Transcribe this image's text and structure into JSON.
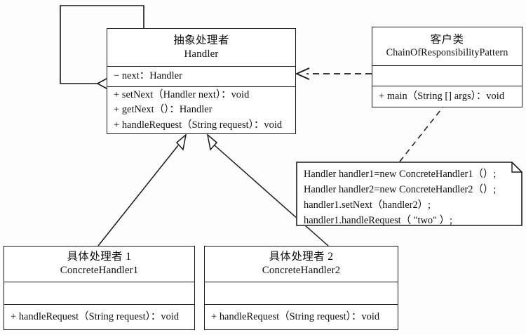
{
  "diagram": {
    "title": "Chain of Responsibility Pattern UML Class Diagram",
    "classes": {
      "handler": {
        "name_cn": "抽象处理者",
        "name_en": "Handler",
        "attributes": [
          "− next：Handler"
        ],
        "operations": [
          "+ setNext（Handler next）：void",
          "+ getNext（）：Handler",
          "+ handleRequest（String request）：void"
        ]
      },
      "client": {
        "name_cn": "客户类",
        "name_en": "ChainOfResponsibilityPattern",
        "attributes": [
          ""
        ],
        "operations": [
          "+ main（String [] args）：void"
        ]
      },
      "concrete1": {
        "name_cn": "具体处理者 1",
        "name_en": "ConcreteHandler1",
        "attributes": [
          ""
        ],
        "operations": [
          "+ handleRequest（String request）：void"
        ]
      },
      "concrete2": {
        "name_cn": "具体处理者 2",
        "name_en": "ConcreteHandler2",
        "attributes": [
          ""
        ],
        "operations": [
          "+ handleRequest（String request）：void"
        ]
      }
    },
    "note": {
      "lines": [
        "Handler handler1=new ConcreteHandler1（）;",
        "Handler handler2=new ConcreteHandler2（）;",
        "handler1.setNext（handler2）;",
        "handler1.handleRequest（ \"two\" ）;"
      ]
    },
    "relations": [
      {
        "name": "handler-self-aggregation",
        "type": "aggregation",
        "from": "Handler",
        "to": "Handler"
      },
      {
        "name": "client-depends-on-handler",
        "type": "dependency",
        "from": "ChainOfResponsibilityPattern",
        "to": "Handler"
      },
      {
        "name": "concrete1-generalizes-handler",
        "type": "generalization",
        "from": "ConcreteHandler1",
        "to": "Handler"
      },
      {
        "name": "concrete2-generalizes-handler",
        "type": "generalization",
        "from": "ConcreteHandler2",
        "to": "Handler"
      },
      {
        "name": "note-anchor-client",
        "type": "note-anchor",
        "from": "note",
        "to": "ChainOfResponsibilityPattern"
      }
    ],
    "colors": {
      "stroke": "#1a1a1a",
      "fill": "#ffffff",
      "background": "#fdfdfd",
      "text": "#111111"
    }
  }
}
